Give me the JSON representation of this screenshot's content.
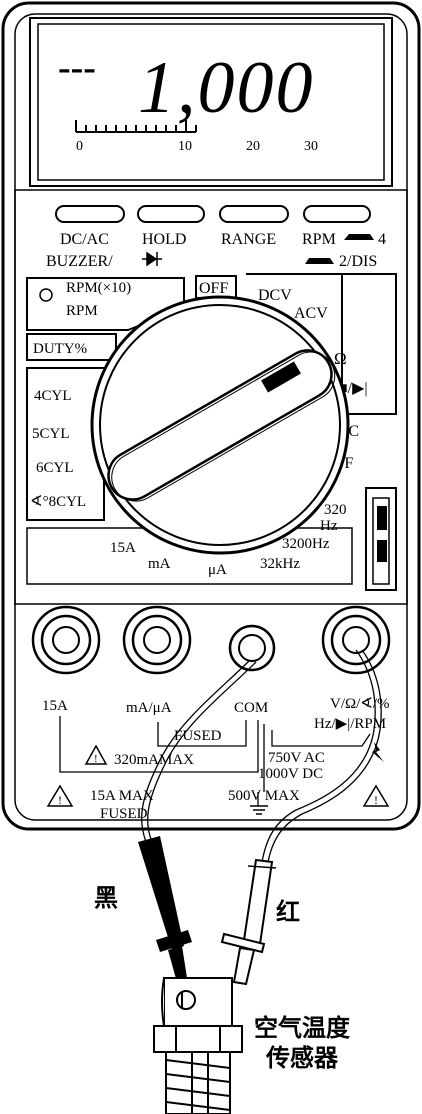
{
  "display": {
    "prefix": "---",
    "reading": "1,000",
    "scale_ticks": [
      "0",
      "10",
      "20",
      "30"
    ]
  },
  "buttons": {
    "dcac": "DC/AC",
    "buzzer": "BUZZER/",
    "hold": "HOLD",
    "range": "RANGE",
    "rpm": "RPM",
    "rpm_num": "4",
    "dis": "2/DIS"
  },
  "dial": {
    "off": "OFF",
    "rpm10": "RPM(×10)",
    "rpm": "RPM",
    "duty": "DUTY%",
    "cyl4": "4CYL",
    "cyl5": "5CYL",
    "cyl6": "6CYL",
    "cyl8": "∢°8CYL",
    "dcv": "DCV",
    "acv": "ACV",
    "ohm": "Ω",
    "diode": "■/▶|",
    "degc": "°C",
    "degf": "°F",
    "hz320": "320",
    "hz_unit": "Hz",
    "hz3200": "3200Hz",
    "khz32": "32kHz",
    "a15": "15A",
    "ma": "mA",
    "ua": "μA"
  },
  "jacks": {
    "a15": "15A",
    "maua": "mA/μA",
    "com": "COM",
    "vohm": "V/Ω/∢/%",
    "hz": "Hz/▶|/RPM",
    "fused": "FUSED",
    "ma_max": "320mAMAX",
    "v750": "750V AC",
    "v1000": "1000V DC",
    "v500": "500V MAX",
    "a15max": "15A MAX",
    "fused2": "FUSED"
  },
  "probes": {
    "black": "黑",
    "red": "红"
  },
  "sensor": {
    "line1": "空气温度",
    "line2": "传感器"
  }
}
